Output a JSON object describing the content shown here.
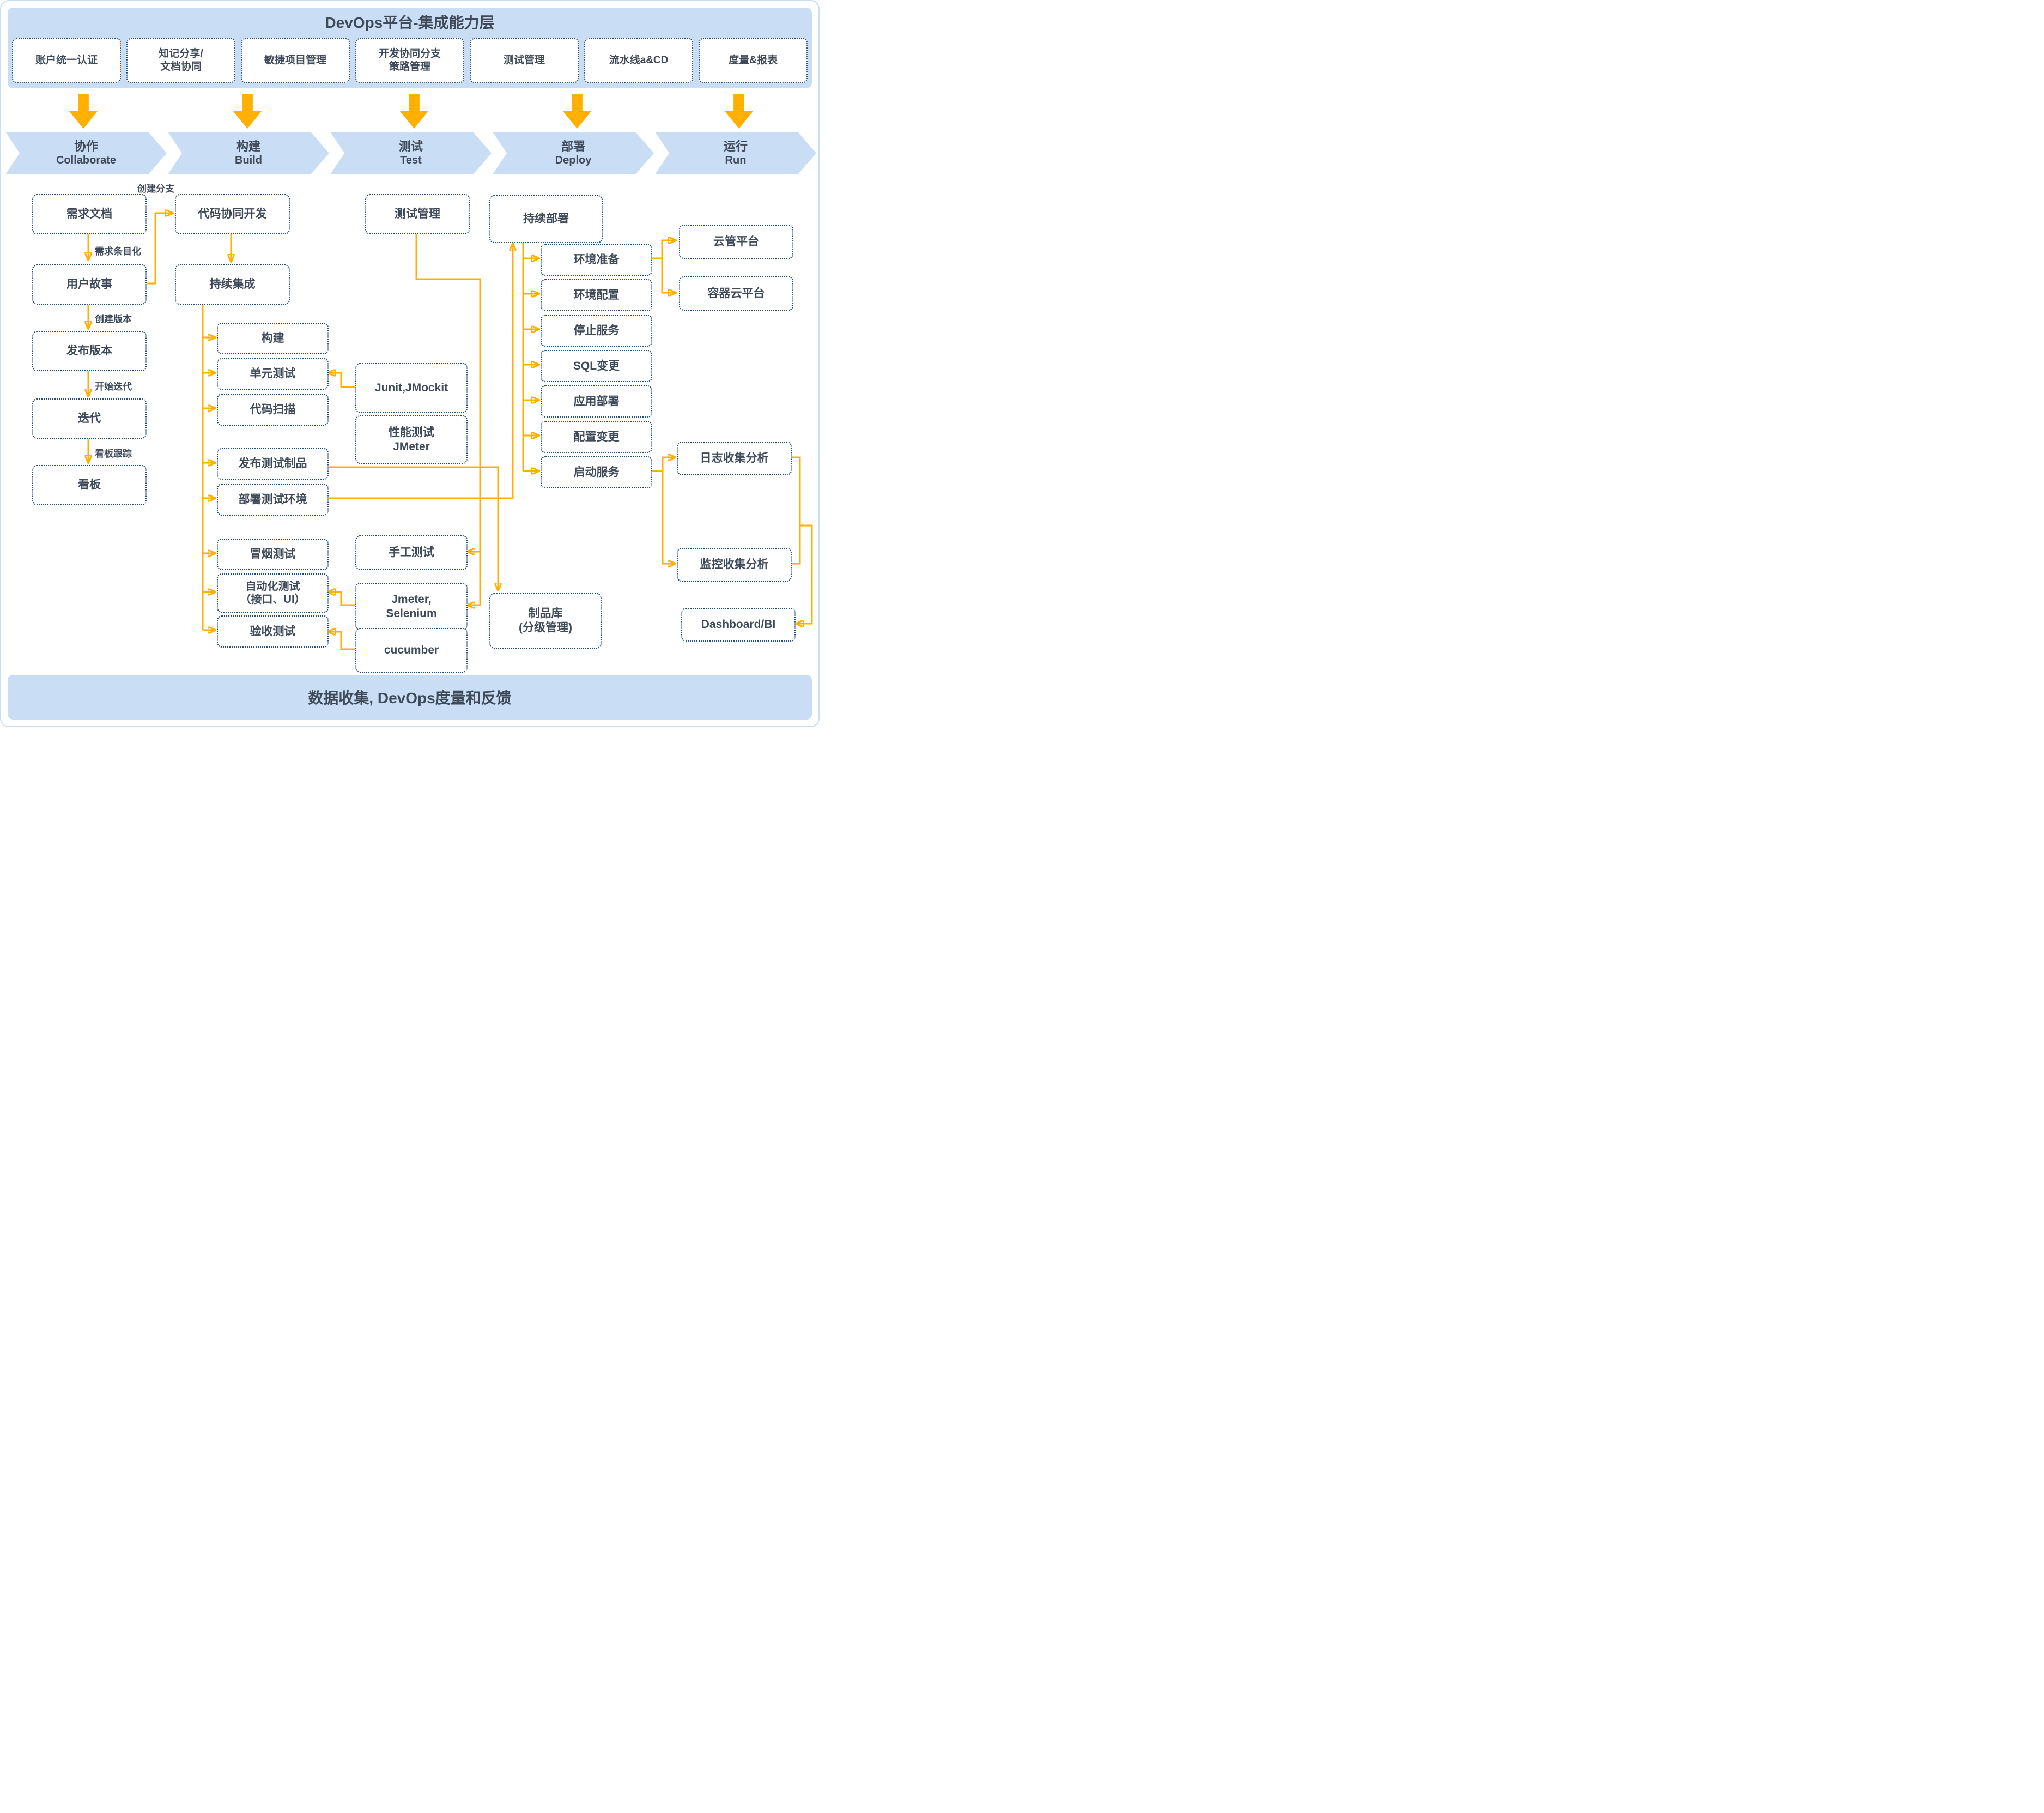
{
  "colors": {
    "accent_orange": "#FFB000",
    "band_blue": "#C9DDF4",
    "node_border_navy": "#1F4E79",
    "text_slate": "#3E4A59"
  },
  "header": {
    "title": "DevOps平台-集成能力层",
    "capabilities": [
      {
        "l1": "账户统一认证",
        "l2": ""
      },
      {
        "l1": "知记分享/",
        "l2": "文档协同"
      },
      {
        "l1": "敏捷项目管理",
        "l2": ""
      },
      {
        "l1": "开发协同分支",
        "l2": "策路管理"
      },
      {
        "l1": "测试管理",
        "l2": ""
      },
      {
        "l1": "流水线a&CD",
        "l2": ""
      },
      {
        "l1": "度量&报表",
        "l2": ""
      }
    ]
  },
  "stages": [
    {
      "zh": "协作",
      "en": "Collaborate"
    },
    {
      "zh": "构建",
      "en": "Build"
    },
    {
      "zh": "测试",
      "en": "Test"
    },
    {
      "zh": "部署",
      "en": "Deploy"
    },
    {
      "zh": "运行",
      "en": "Run"
    }
  ],
  "collaborate": {
    "requirement_doc": "需求文档",
    "user_story": "用户故事",
    "release_version": "发布版本",
    "iteration": "迭代",
    "kanban": "看板",
    "labels": {
      "create_branch": "创建分支",
      "itemize_requirements": "需求条目化",
      "create_version": "创建版本",
      "start_iteration": "开始迭代",
      "kanban_tracking": "看板跟踪"
    }
  },
  "build": {
    "code_collab": "代码协同开发",
    "ci": "持续集成",
    "steps": [
      "构建",
      "单元测试",
      "代码扫描",
      "发布测试制品",
      "部署测试环境",
      "冒烟测试",
      "自动化测试",
      "验收测试"
    ],
    "auto_test_sub": "（接口、UI）"
  },
  "test": {
    "management": "测试管理",
    "unit_tools": "Junit,JMockit",
    "perf_l1": "性能测试",
    "perf_l2": "JMeter",
    "manual": "手工测试",
    "auto_l1": "Jmeter,",
    "auto_l2": "Selenium",
    "acceptance_tool": "cucumber",
    "repo_l1": "制品库",
    "repo_l2": "(分级管理)"
  },
  "deploy": {
    "cd": "持续部署",
    "steps": [
      "环境准备",
      "环境配置",
      "停止服务",
      "SQL变更",
      "应用部署",
      "配置变更",
      "启动服务"
    ]
  },
  "run": {
    "cloud_mgmt": "云管平台",
    "container_cloud": "容器云平台",
    "log_analysis": "日志收集分析",
    "monitor_analysis": "监控收集分析",
    "dashboard": "Dashboard/BI"
  },
  "footer": {
    "title": "数据收集, DevOps度量和反馈"
  }
}
